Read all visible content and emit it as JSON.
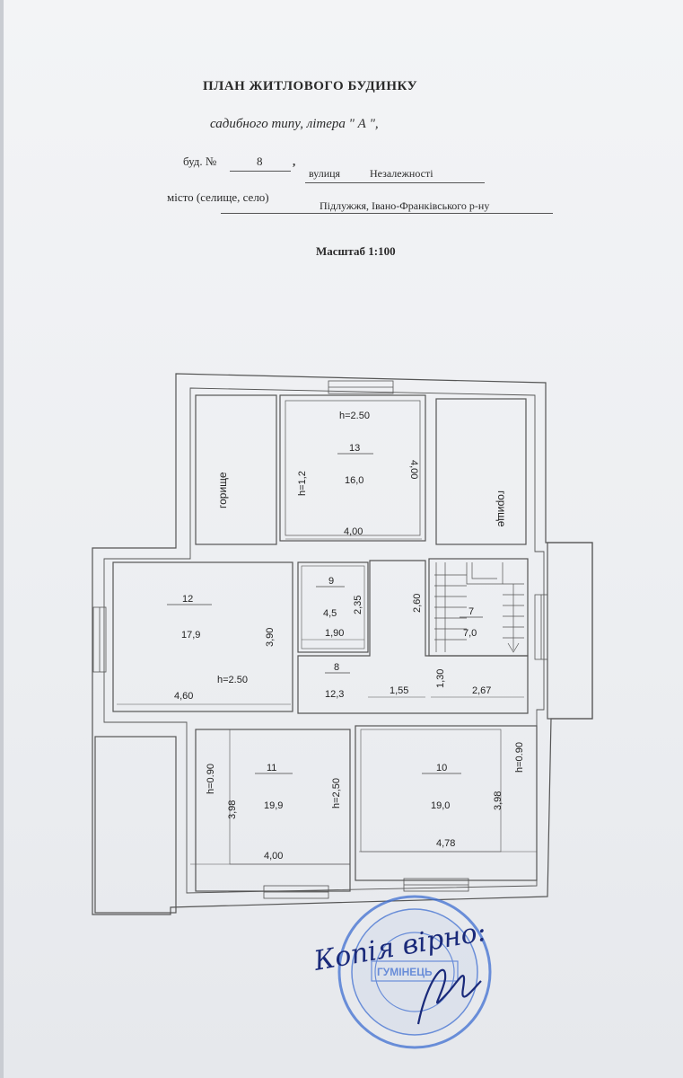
{
  "header": {
    "title": "ПЛАН  ЖИТЛОВОГО  БУДИНКУ",
    "subtitle": "садибного типу,  літера \"  А   \",",
    "address_prefix": "буд.  №",
    "house_number": "8",
    "address_sep": ",",
    "street_label": "вулиця",
    "street": "Незалежності",
    "city_label": "місто (селище, село)",
    "city": "Підлужжя,  Івано-Франківського  р-ну",
    "scale": "Масштаб 1:100"
  },
  "plan": {
    "labels": {
      "attic_left": "горище",
      "attic_right": "горище"
    },
    "rooms": [
      {
        "id": "room-13",
        "number": "13",
        "area": "16,0"
      },
      {
        "id": "room-12",
        "number": "12",
        "area": "17,9"
      },
      {
        "id": "room-9",
        "number": "9",
        "area": "4,5"
      },
      {
        "id": "room-7",
        "number": "7",
        "area": "7,0"
      },
      {
        "id": "room-8",
        "number": "8",
        "area": "12,3"
      },
      {
        "id": "room-11",
        "number": "11",
        "area": "19,9"
      },
      {
        "id": "room-10",
        "number": "10",
        "area": "19,0"
      }
    ],
    "dimensions": {
      "h_top": "h=2.50",
      "h_left_attic": "h=1,2",
      "d_400_v13": "4,00",
      "d_400_h13": "4,00",
      "d_235": "2,35",
      "d_260": "2,60",
      "d_390": "3,90",
      "d_190": "1,90",
      "h_12": "h=2.50",
      "d_460": "4,60",
      "d_155": "1,55",
      "d_130": "1,30",
      "d_267": "2,67",
      "h_090_left": "h=0.90",
      "d_398_left": "3,98",
      "h_250_11": "h=2,50",
      "d_400_11": "4,00",
      "d_398_right": "3,98",
      "h_090_right": "h=0.90",
      "d_478": "4,78"
    }
  },
  "signature": {
    "handwriting": "Копія вірно:",
    "stamp_text": "ГУМІНЕЦЬ"
  },
  "colors": {
    "line": "#555555",
    "stamp": "#3f6fd1",
    "ink": "#1a2a7a"
  }
}
